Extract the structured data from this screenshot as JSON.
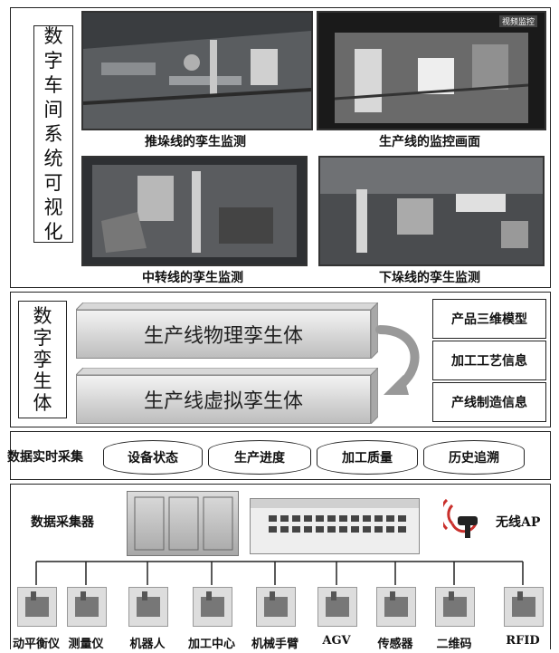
{
  "sections": {
    "visualization": {
      "title_chars": [
        "数",
        "字",
        "车",
        "间",
        "系",
        "统",
        "可",
        "视",
        "化"
      ],
      "screens": [
        {
          "caption": "推垛线的孪生监测"
        },
        {
          "caption": "生产线的监控画面",
          "overlay": "视频监控"
        },
        {
          "caption": "中转线的孪生监测"
        },
        {
          "caption": "下垛线的孪生监测"
        }
      ]
    },
    "twin": {
      "title_chars": [
        "数",
        "字",
        "孪",
        "生",
        "体"
      ],
      "physical": "生产线物理孪生体",
      "virtual": "生产线虚拟孪生体",
      "info": [
        "产品三维模型",
        "加工工艺信息",
        "产线制造信息"
      ]
    },
    "collection": {
      "label": "数据实时采集",
      "items": [
        "设备状态",
        "生产进度",
        "加工质量",
        "历史追溯"
      ]
    },
    "devices": {
      "collector_label": "数据采集器",
      "ap_label": "无线AP",
      "items": [
        "动平衡仪",
        "测量仪",
        "机器人",
        "加工中心",
        "机械手臂",
        "AGV",
        "传感器",
        "二维码",
        "RFID"
      ]
    }
  },
  "colors": {
    "border": "#222222",
    "block_light": "#f3f3f3",
    "block_dark": "#bdbdbd",
    "screen_bg": "#101010"
  }
}
